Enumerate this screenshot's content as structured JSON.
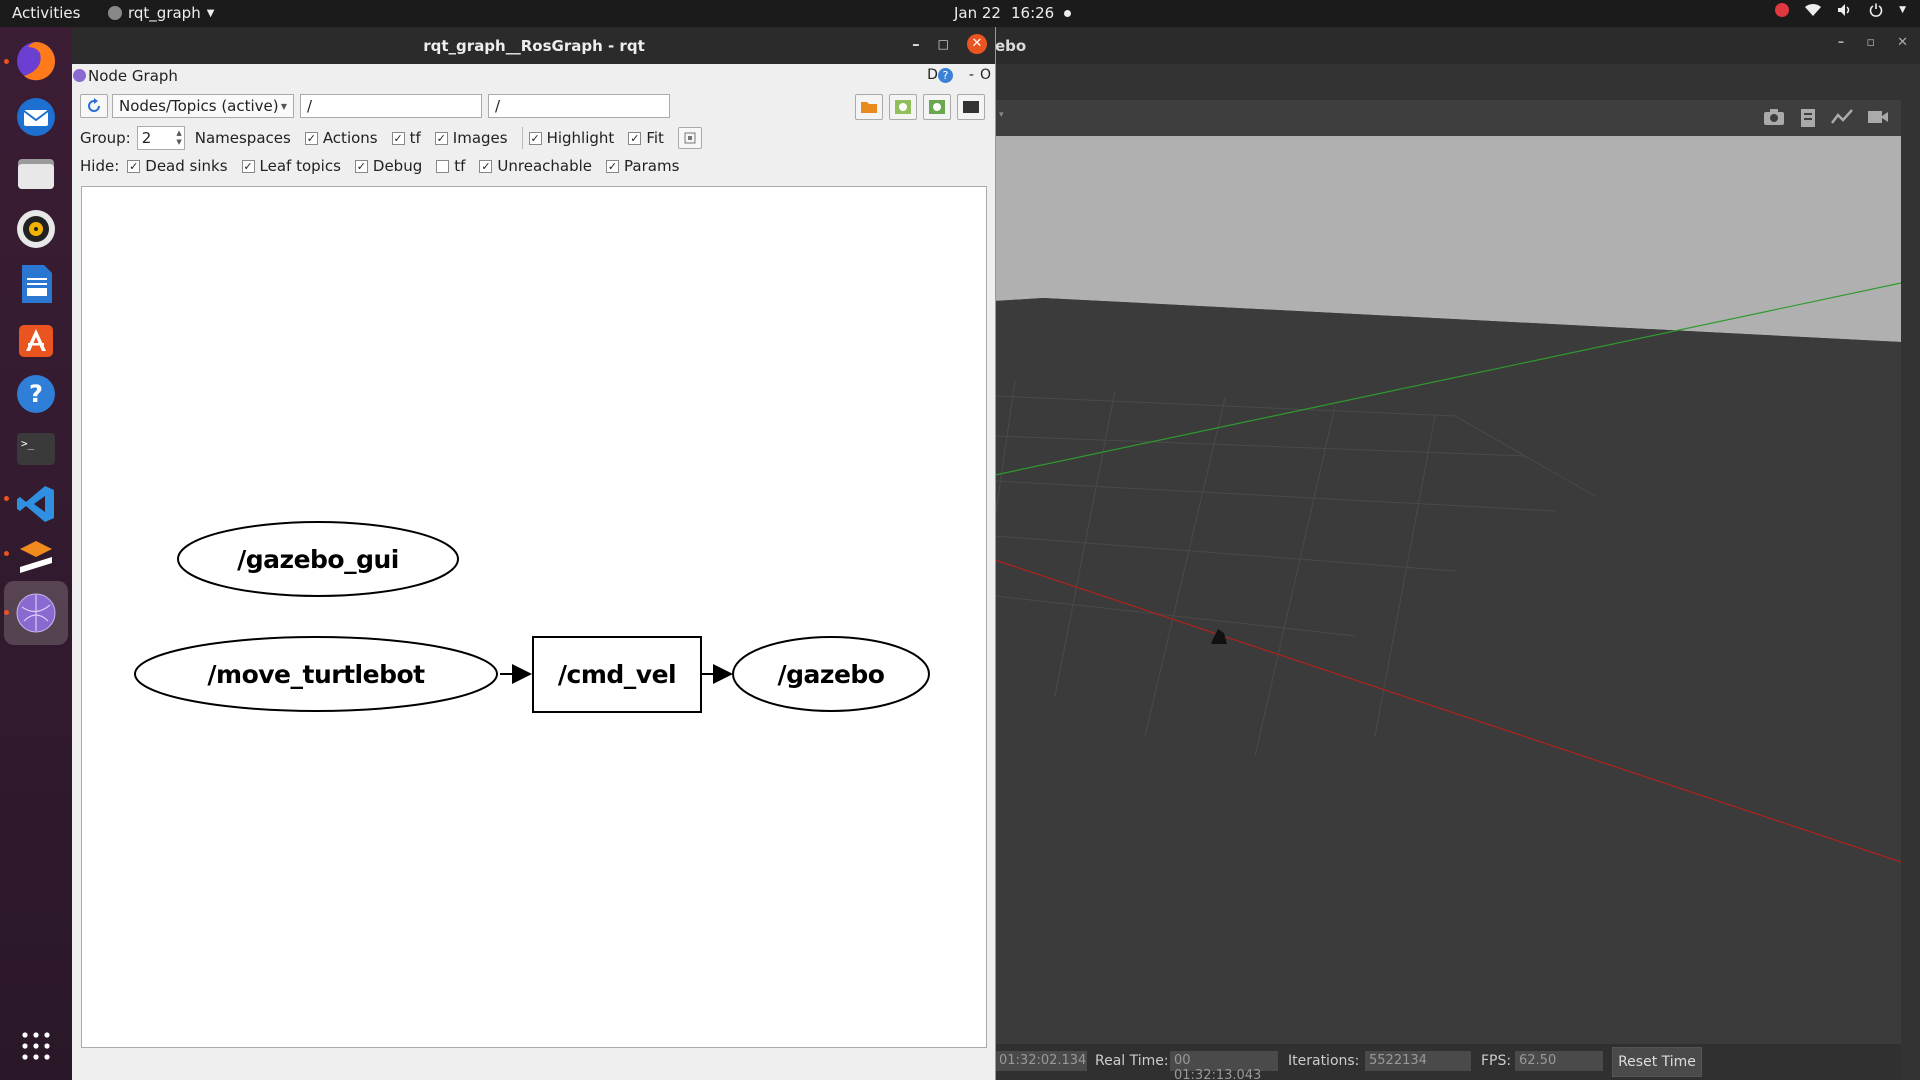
{
  "topbar": {
    "activities": "Activities",
    "app_name": "rqt_graph",
    "date": "Jan 22",
    "time": "16:26"
  },
  "dock": {
    "items": [
      "firefox-icon",
      "thunderbird-icon",
      "files-icon",
      "rhythmbox-icon",
      "writer-icon",
      "software-icon",
      "help-icon",
      "terminal-icon",
      "vscode-icon",
      "sublime-icon",
      "rqt-icon"
    ],
    "apps_grid": "show-apps-icon"
  },
  "gazebo": {
    "title": "ebo",
    "status": {
      "sim_time_value": "01:32:02.134",
      "real_time_label": "Real Time:",
      "real_time_value": "00 01:32:13.043",
      "iterations_label": "Iterations:",
      "iterations_value": "5522134",
      "fps_label": "FPS:",
      "fps_value": "62.50",
      "reset_label": "Reset Time"
    }
  },
  "rqt": {
    "window_title": "rqt_graph__RosGraph - rqt",
    "plugin_title": "Node Graph",
    "plugin_right": {
      "d": "D",
      "help": "?",
      "dash": "-",
      "o": "O"
    },
    "mode_combo": "Nodes/Topics (active)",
    "filter1": "/",
    "filter2": "/",
    "group_label": "Group:",
    "group_value": "2",
    "options_row1": [
      {
        "label": "Namespaces",
        "checked": false,
        "box": false
      },
      {
        "label": "Actions",
        "checked": true
      },
      {
        "label": "tf",
        "checked": true
      },
      {
        "label": "Images",
        "checked": true
      },
      {
        "label": "Highlight",
        "checked": true
      },
      {
        "label": "Fit",
        "checked": true
      }
    ],
    "hide_label": "Hide:",
    "hide_options": [
      {
        "label": "Dead sinks",
        "checked": true
      },
      {
        "label": "Leaf topics",
        "checked": true
      },
      {
        "label": "Debug",
        "checked": true
      },
      {
        "label": "tf",
        "checked": false
      },
      {
        "label": "Unreachable",
        "checked": true
      },
      {
        "label": "Params",
        "checked": true
      }
    ],
    "graph": {
      "nodes": [
        {
          "id": "gazebo_gui",
          "label": "/gazebo_gui",
          "shape": "ellipse"
        },
        {
          "id": "move_turtlebot",
          "label": "/move_turtlebot",
          "shape": "ellipse"
        },
        {
          "id": "cmd_vel",
          "label": "/cmd_vel",
          "shape": "box"
        },
        {
          "id": "gazebo",
          "label": "/gazebo",
          "shape": "ellipse"
        }
      ],
      "edges": [
        {
          "from": "move_turtlebot",
          "to": "cmd_vel"
        },
        {
          "from": "cmd_vel",
          "to": "gazebo"
        }
      ]
    }
  }
}
